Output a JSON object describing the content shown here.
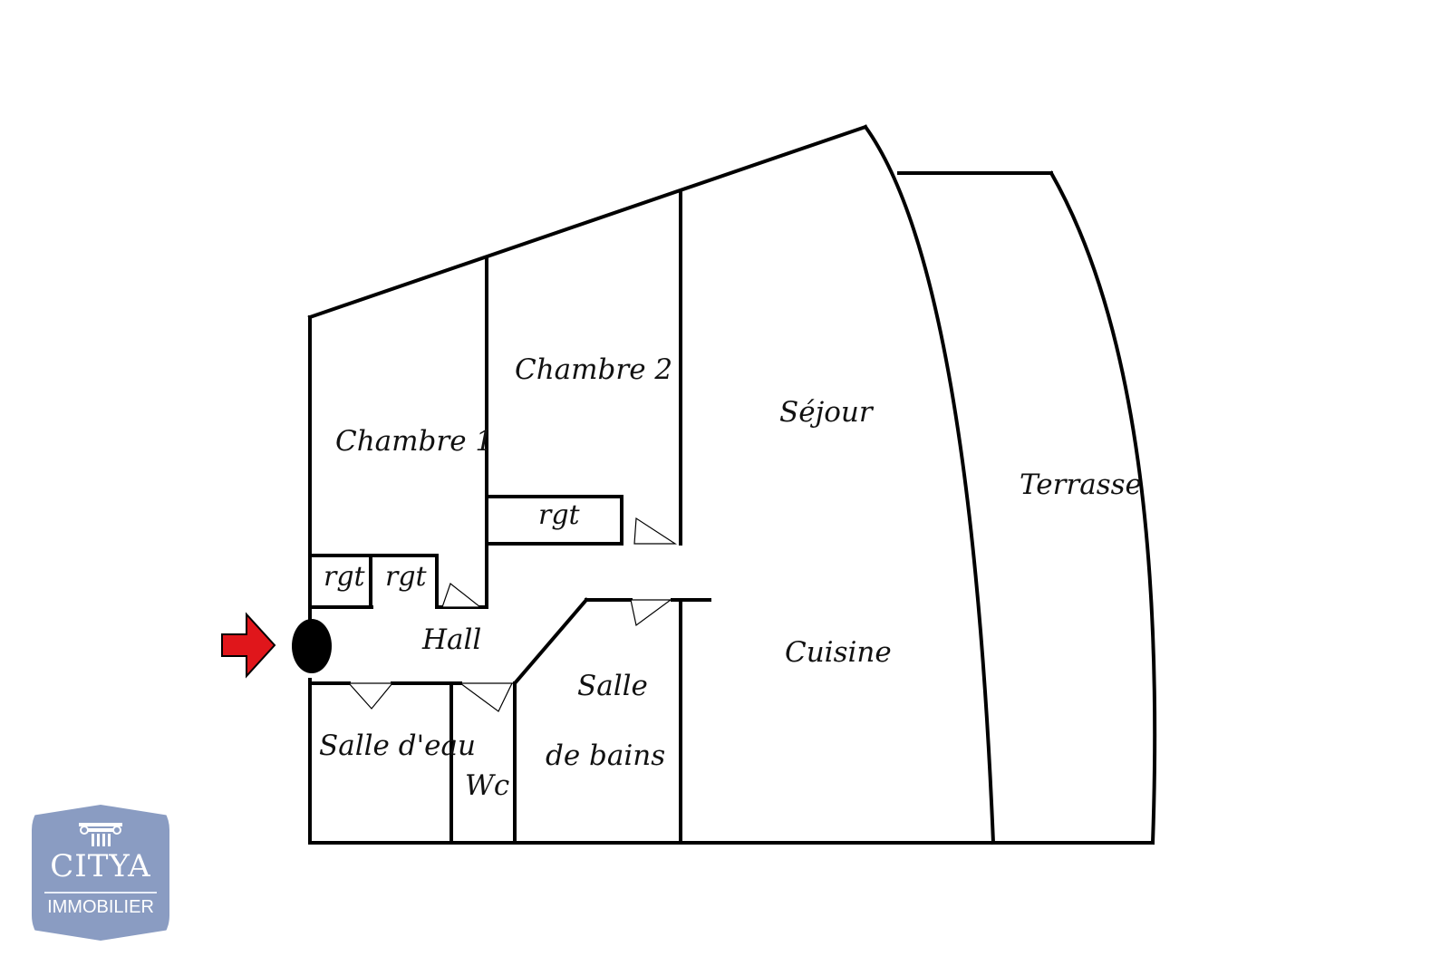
{
  "rooms": {
    "chambre1": "Chambre 1",
    "chambre2": "Chambre 2",
    "sejour": "Séjour",
    "terrasse": "Terrasse",
    "rgt_ch2": "rgt",
    "rgt_a": "rgt",
    "rgt_b": "rgt",
    "hall": "Hall",
    "cuisine": "Cuisine",
    "salle_de_bains_1": "Salle",
    "salle_de_bains_2": "de bains",
    "salle_deau": "Salle d'eau",
    "wc": "Wc"
  },
  "entrance": {
    "arrow_color": "#e0161b",
    "marker_color": "#000000"
  },
  "logo": {
    "brand": "CITYA",
    "sub": "IMMOBILIER",
    "icon": "ionic-column-icon",
    "background": "#8a9cc2"
  }
}
